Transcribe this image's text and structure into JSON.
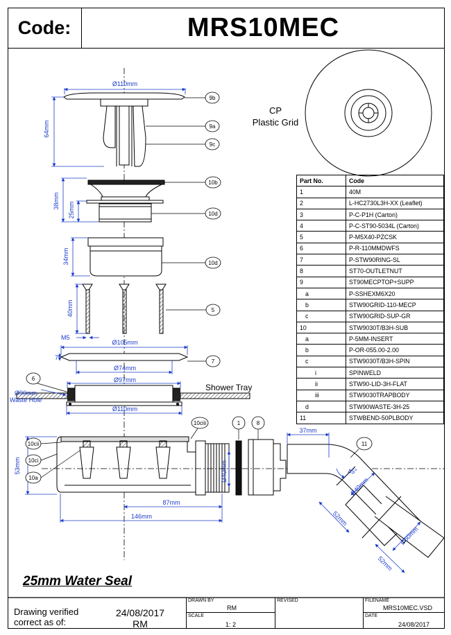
{
  "header": {
    "code_label": "Code:",
    "model": "MRS10MEC"
  },
  "drawing": {
    "top_grid": {
      "dia": "Ø110mm",
      "height": "64mm"
    },
    "grid_text": [
      "CP",
      "Plastic Grid"
    ],
    "topbody": {
      "h1": "38mm",
      "h2": "25mm"
    },
    "nut": {
      "height": "34mm"
    },
    "screws": {
      "length": "40mm",
      "thread": "M5"
    },
    "spin": {
      "dia_outer": "Ø105mm",
      "thickness": "7",
      "dia_inner": "Ø74mm"
    },
    "tray": {
      "dia_hole": "Ø97mm",
      "waste_hole": [
        "Ø90mm",
        "Waste Hole"
      ],
      "label": "Shower Tray",
      "dia_base": "Ø110mm"
    },
    "body": {
      "height": "53mm",
      "outlet": "Ø40mm",
      "d87": "87mm",
      "d146": "146mm"
    },
    "bend": {
      "d37": "37mm",
      "angle": "45°",
      "d40": "Ø40mm",
      "d52a": "52mm",
      "d50": "Ø50mm",
      "d52b": "52mm"
    },
    "callouts": {
      "c9b": "9b",
      "c9a": "9a",
      "c9c": "9c",
      "c10b": "10b",
      "c10d1": "10d",
      "c10d2": "10d",
      "c5": "5",
      "c7": "7",
      "c6": "6",
      "c1": "1",
      "c8": "8",
      "c11": "11",
      "c10cii": "10cii",
      "c10ci": "10ci",
      "c10a": "10a",
      "c10ciii": "10ciii"
    }
  },
  "parts_table": {
    "headers": [
      "Part No.",
      "Code"
    ],
    "rows": [
      [
        "1",
        "40M"
      ],
      [
        "2",
        "L-HC2730L3H-XX (Leaflet)"
      ],
      [
        "3",
        "P-C-P1H (Carton)"
      ],
      [
        "4",
        "P-C-ST90-5034L (Carton)"
      ],
      [
        "5",
        "P-M5X40-PZCSK"
      ],
      [
        "6",
        "P-R-110MMDWFS"
      ],
      [
        "7",
        "P-STW90RING-SL"
      ],
      [
        "8",
        "ST70-OUTLETNUT"
      ],
      [
        "9",
        "ST90MECPTOP+SUPP"
      ],
      [
        "a",
        "P-SSHEXM6X20"
      ],
      [
        "b",
        "STW90GRID-110-MECP"
      ],
      [
        "c",
        "STW90GRID-SUP-GR"
      ],
      [
        "10",
        "STW9030T/B3H-SUB"
      ],
      [
        "a",
        "P-5MM-INSERT"
      ],
      [
        "b",
        "P-OR-055.00-2.00"
      ],
      [
        "c",
        "STW9030T/B3H-SPIN"
      ],
      [
        "i",
        "SPINWELD"
      ],
      [
        "ii",
        "STW90-LID-3H-FLAT"
      ],
      [
        "iii",
        "STW9030TRAPBODY"
      ],
      [
        "d",
        "STW90WASTE-3H-25"
      ],
      [
        "11",
        "STWBEND-50PLBODY"
      ]
    ]
  },
  "water_seal": "25mm Water Seal",
  "footer": {
    "verified": [
      "Drawing verified",
      "correct as of:"
    ],
    "verified_date": [
      "24/08/2017",
      "RM"
    ],
    "drawn_by_label": "DRAWN BY",
    "drawn_by": "RM",
    "scale_label": "SCALE",
    "scale": "1: 2",
    "revised_label": "REVISED",
    "filename_label": "FILENAME",
    "filename": "MRS10MEC.VSD",
    "date_label": "DATE",
    "date": "24/08/2017"
  },
  "colors": {
    "dimension": "#1a3cc8",
    "line": "#000000",
    "hatch": "#555555"
  }
}
